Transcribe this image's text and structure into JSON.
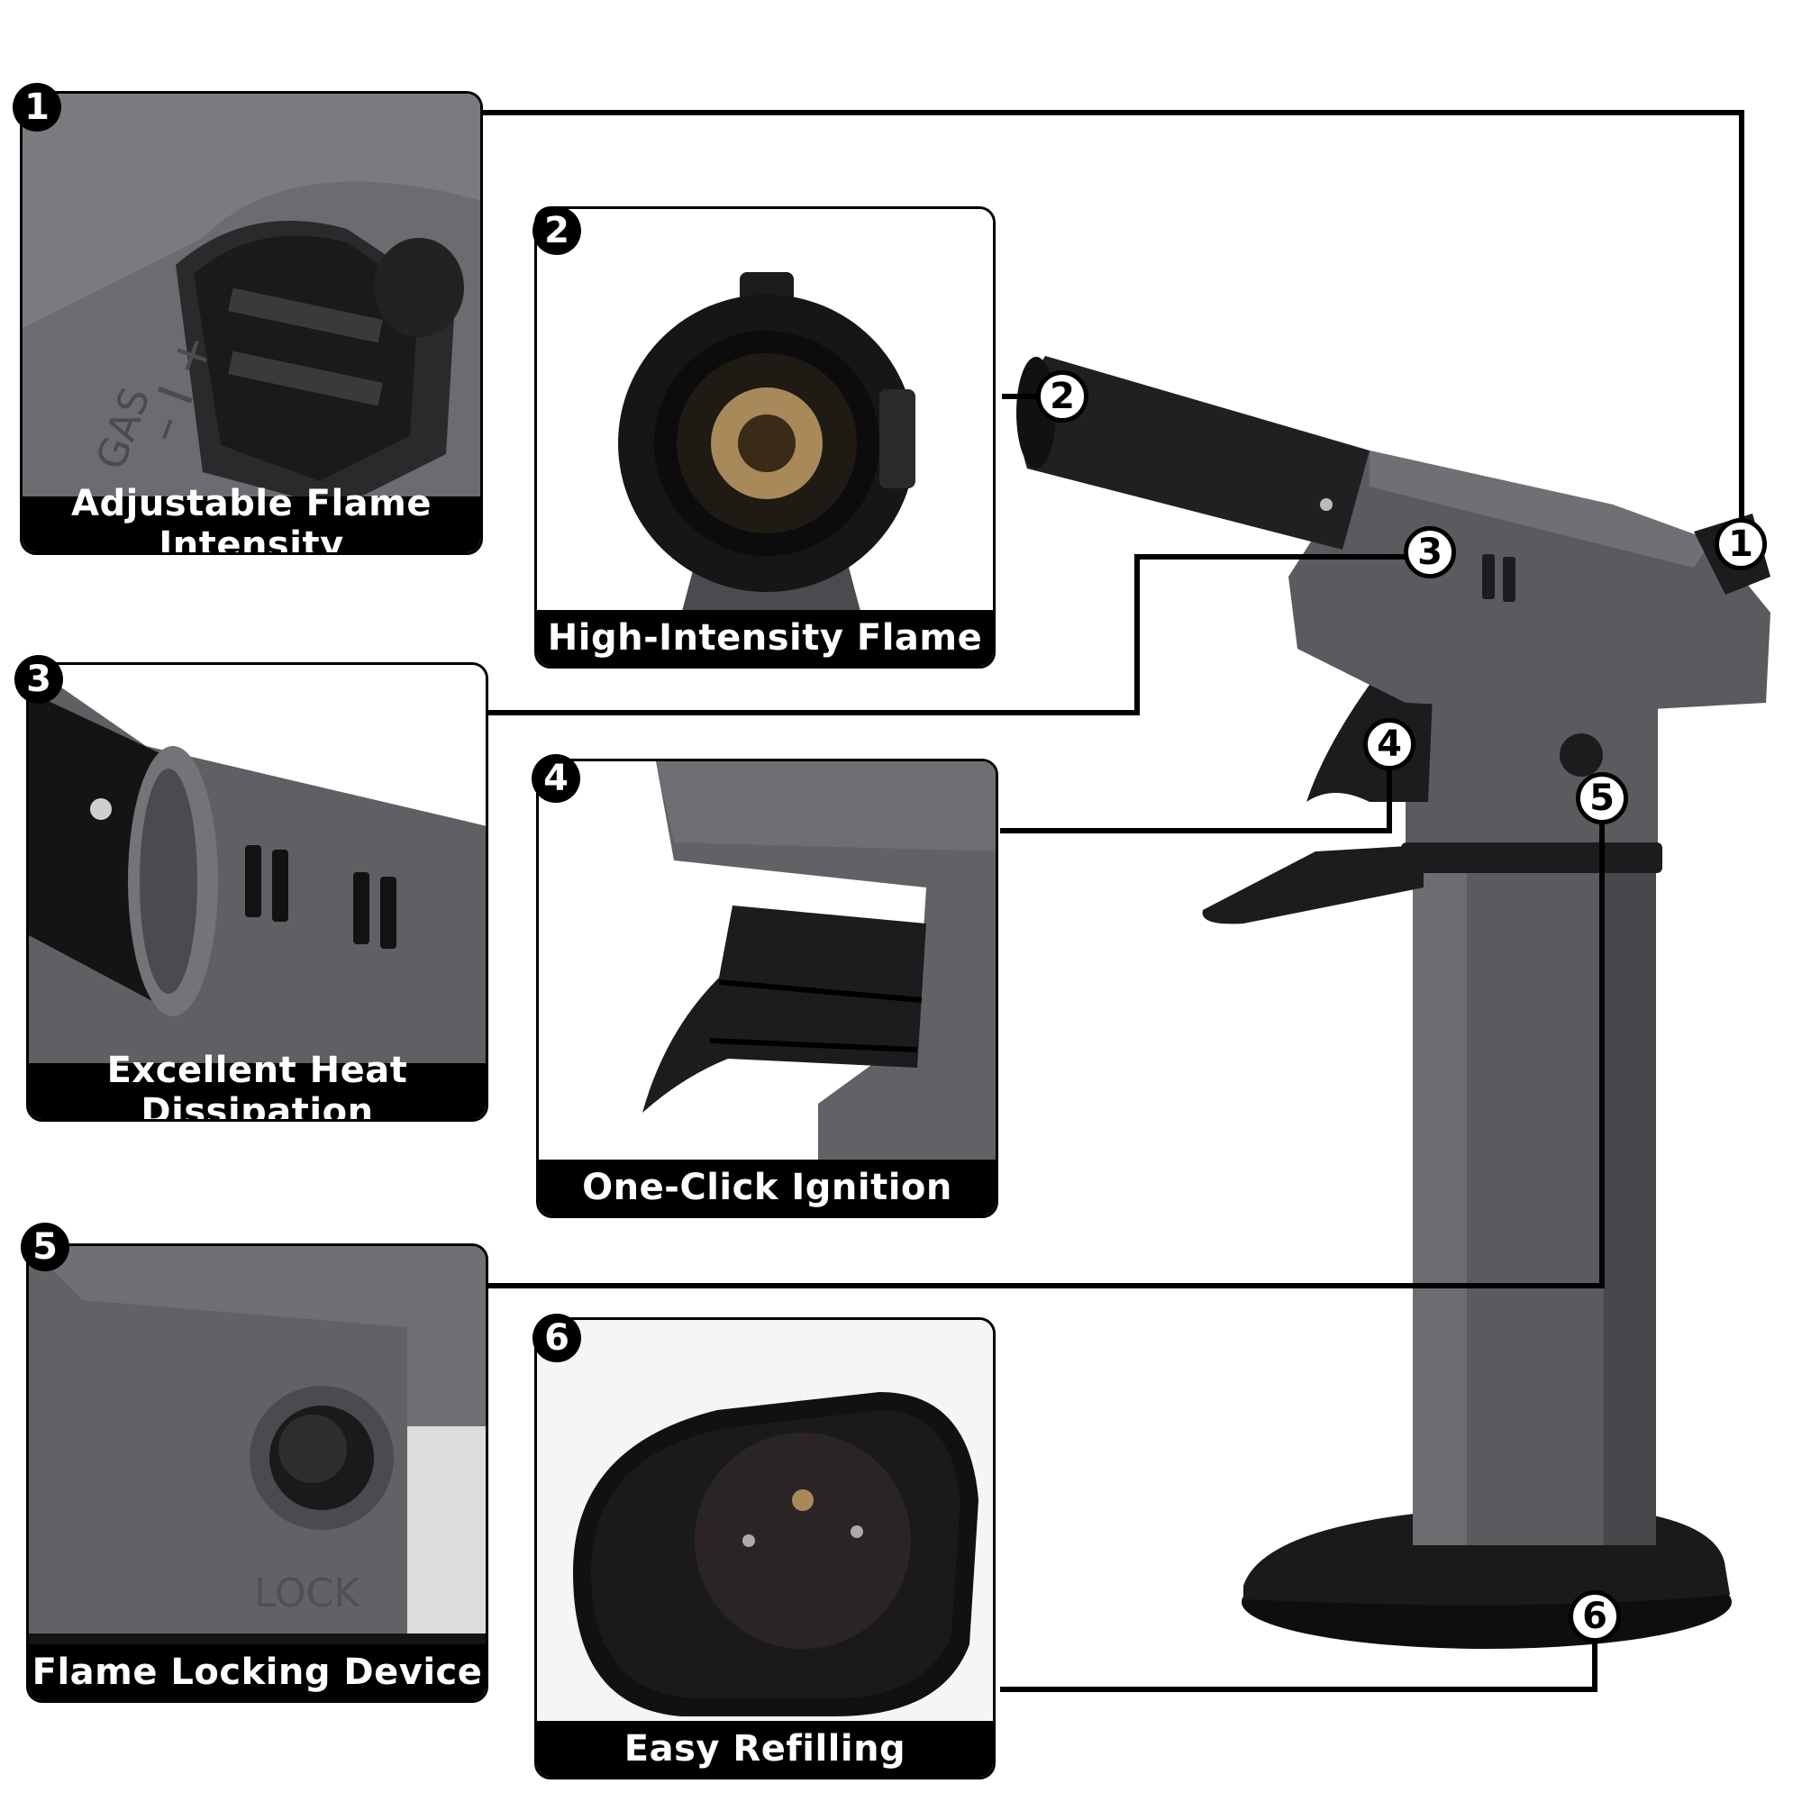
{
  "features": [
    {
      "number": "1",
      "caption": "Adjustable Flame Intensity"
    },
    {
      "number": "2",
      "caption": "High-Intensity Flame"
    },
    {
      "number": "3",
      "caption": "Excellent Heat Dissipation"
    },
    {
      "number": "4",
      "caption": "One-Click Ignition"
    },
    {
      "number": "5",
      "caption": "Flame Locking Device"
    },
    {
      "number": "6",
      "caption": "Easy Refilling"
    }
  ],
  "photo_labels": {
    "gas": "GAS",
    "lock": "LOCK"
  },
  "colors": {
    "torch_body": "#5a5b5e",
    "torch_dark": "#1c1c1e",
    "brass": "#a8895a",
    "line": "#000000"
  }
}
